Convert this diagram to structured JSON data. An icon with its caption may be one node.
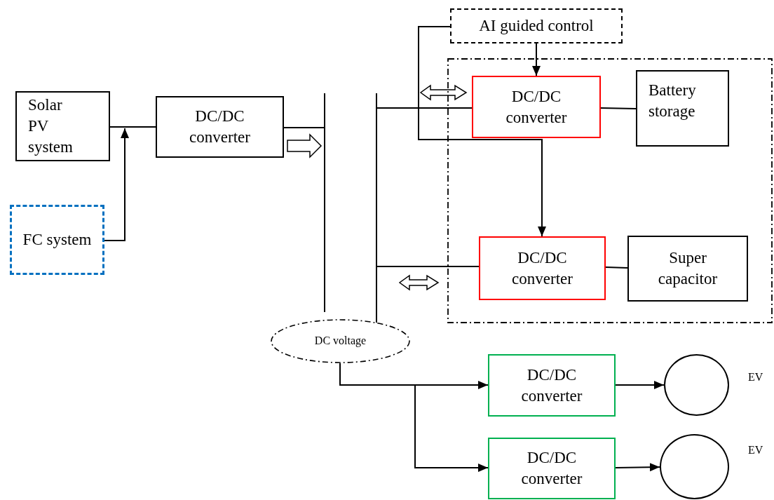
{
  "diagram": {
    "nodes": [
      {
        "text": [
          "Solar PV system"
        ]
      },
      {
        "text": [
          "FC system"
        ]
      },
      {
        "text": [
          "DC/DC converter"
        ]
      },
      {
        "text": [],
        "shape": "bar"
      },
      {
        "text": [],
        "shape": "bar"
      },
      {
        "text": [
          "AI guided control"
        ]
      },
      {
        "text": [],
        "shape": "box"
      },
      {
        "text": [
          "DC/DC converter"
        ],
        "in": 6
      },
      {
        "text": [
          "Battery storage"
        ],
        "in": 6
      },
      {
        "text": [
          "DC/DC converter"
        ],
        "in": 6
      },
      {
        "text": [
          "Super capacitor"
        ],
        "in": 6
      },
      {
        "text": [
          "DC voltage"
        ]
      },
      {
        "text": [
          "DC/DC converter"
        ]
      },
      {
        "text": [
          "DC/DC converter"
        ]
      },
      {
        "text": [],
        "shape": "circle",
        "beside": [
          "EV"
        ]
      },
      {
        "text": [],
        "shape": "circle",
        "beside": [
          "EV"
        ]
      }
    ],
    "edges": [
      {
        "from": 0,
        "to": 2,
        "arrow": "none"
      },
      {
        "from": 1,
        "to": 0,
        "arrow": "to"
      },
      {
        "from": 2,
        "to": 3,
        "arrow": "none"
      },
      {
        "from": 4,
        "to": 7,
        "arrow": "none"
      },
      {
        "from": 7,
        "to": 8,
        "arrow": "none"
      },
      {
        "from": 5,
        "to": 7,
        "arrow": "to"
      },
      {
        "from": 5,
        "to": 9,
        "arrow": "to"
      },
      {
        "from": 4,
        "to": 9,
        "arrow": "none"
      },
      {
        "from": 9,
        "to": 10,
        "arrow": "none"
      },
      {
        "from": 11,
        "to": 12,
        "arrow": "to"
      },
      {
        "from": 11,
        "to": 13,
        "arrow": "to"
      },
      {
        "from": 12,
        "to": 14,
        "arrow": "to"
      },
      {
        "from": 13,
        "to": 15,
        "arrow": "to"
      },
      {
        "from": 2,
        "to": 3,
        "arrow": "to",
        "style": "thick"
      },
      {
        "from": 4,
        "to": 7,
        "arrow": "both",
        "style": "thick"
      },
      {
        "from": 4,
        "to": 9,
        "arrow": "both",
        "style": "thick"
      }
    ]
  }
}
